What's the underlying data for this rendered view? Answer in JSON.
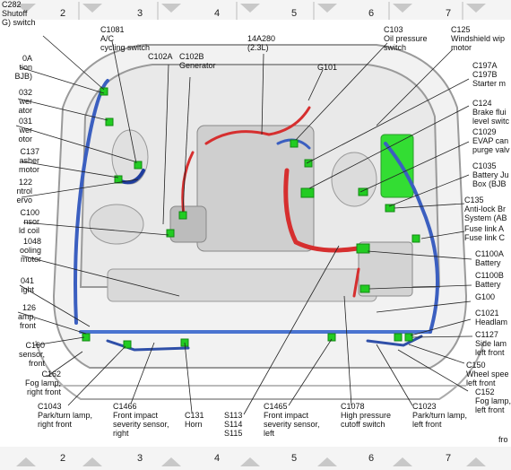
{
  "grid": {
    "columns": [
      "2",
      "3",
      "4",
      "5",
      "6",
      "7"
    ]
  },
  "labels": [
    {
      "id": "c282",
      "lines": [
        "C282",
        "Shutoff",
        "G) switch"
      ]
    },
    {
      "id": "c1081",
      "lines": [
        "C1081",
        "A/C",
        "cycling switch"
      ]
    },
    {
      "id": "c102a",
      "lines": [
        "C102A"
      ]
    },
    {
      "id": "c102b",
      "lines": [
        "C102B",
        "Generator"
      ]
    },
    {
      "id": "harness",
      "lines": [
        "14A280",
        "(2.3L)"
      ]
    },
    {
      "id": "c103",
      "lines": [
        "C103",
        "Oil pressure",
        "switch"
      ]
    },
    {
      "id": "c125",
      "lines": [
        "C125",
        "Windshield wip",
        "motor"
      ]
    },
    {
      "id": "g101",
      "lines": [
        "G101"
      ]
    },
    {
      "id": "c197",
      "lines": [
        "C197A",
        "C197B",
        "Starter m"
      ]
    },
    {
      "id": "c124",
      "lines": [
        "C124",
        "Brake flui",
        "level switc"
      ]
    },
    {
      "id": "c1029",
      "lines": [
        "C1029",
        "EVAP can",
        "purge valv"
      ]
    },
    {
      "id": "c1035",
      "lines": [
        "C1035",
        "Battery Ju",
        "Box (BJB"
      ]
    },
    {
      "id": "c135",
      "lines": [
        "C135",
        "Anti-lock Br",
        "System (AB"
      ]
    },
    {
      "id": "fuse",
      "lines": [
        "Fuse link A",
        "Fuse link C"
      ]
    },
    {
      "id": "c1100a",
      "lines": [
        "C1100A",
        "Battery"
      ]
    },
    {
      "id": "c1100b",
      "lines": [
        "C1100B",
        "Battery"
      ]
    },
    {
      "id": "g100",
      "lines": [
        "G100"
      ]
    },
    {
      "id": "c1021",
      "lines": [
        "C1021",
        "Headlam"
      ]
    },
    {
      "id": "c1127",
      "lines": [
        "C1127",
        "Side lam",
        "left front"
      ]
    },
    {
      "id": "c150",
      "lines": [
        "C150",
        "Wheel spee",
        "left front"
      ]
    },
    {
      "id": "c152",
      "lines": [
        "C152",
        "Fog lamp,",
        "left front"
      ]
    },
    {
      "id": "c1023",
      "lines": [
        "C1023",
        "Park/turn lamp,",
        "left front"
      ]
    },
    {
      "id": "c1078",
      "lines": [
        "C1078",
        "High pressure",
        "cutoff switch"
      ]
    },
    {
      "id": "c1465",
      "lines": [
        "C1465",
        "Front impact",
        "severity sensor,",
        "left"
      ]
    },
    {
      "id": "s113",
      "lines": [
        "S113",
        "S114",
        "S115"
      ]
    },
    {
      "id": "c131",
      "lines": [
        "C131",
        "Horn"
      ]
    },
    {
      "id": "c1466",
      "lines": [
        "C1466",
        "Front impact",
        "severity sensor,",
        "right"
      ]
    },
    {
      "id": "c1043",
      "lines": [
        "C1043",
        "Park/turn lamp,",
        "right front"
      ]
    },
    {
      "id": "c162",
      "lines": [
        "C162",
        "Fog lamp,",
        "right front"
      ]
    },
    {
      "id": "c160",
      "lines": [
        "C160",
        "sensor,",
        "front"
      ]
    },
    {
      "id": "c126",
      "lines": [
        "126",
        "amp,",
        "front"
      ]
    },
    {
      "id": "c041",
      "lines": [
        "041",
        "ight"
      ]
    },
    {
      "id": "c1048",
      "lines": [
        "1048",
        "ooling",
        "motor"
      ]
    },
    {
      "id": "c100",
      "lines": [
        "C100",
        "nsor",
        "ld coil"
      ]
    },
    {
      "id": "c122",
      "lines": [
        "122",
        "ntrol",
        "ervo"
      ]
    },
    {
      "id": "c137",
      "lines": [
        "C137",
        "asher",
        "motor"
      ]
    },
    {
      "id": "c031",
      "lines": [
        "031",
        "wer",
        "otor"
      ]
    },
    {
      "id": "c032",
      "lines": [
        "032",
        "wer",
        "ator"
      ]
    },
    {
      "id": "c0a",
      "lines": [
        "0A",
        "tion",
        "BJB)"
      ]
    }
  ],
  "footer": {
    "text": "fro"
  }
}
